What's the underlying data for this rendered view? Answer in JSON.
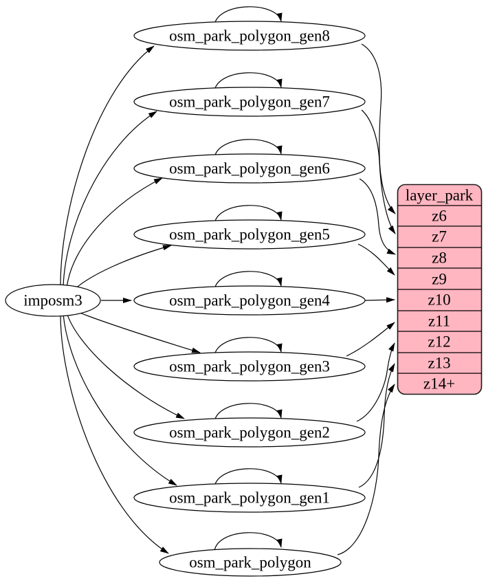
{
  "diagram": {
    "source_node": {
      "label": "imposm3"
    },
    "tables": [
      {
        "label": "osm_park_polygon_gen8"
      },
      {
        "label": "osm_park_polygon_gen7"
      },
      {
        "label": "osm_park_polygon_gen6"
      },
      {
        "label": "osm_park_polygon_gen5"
      },
      {
        "label": "osm_park_polygon_gen4"
      },
      {
        "label": "osm_park_polygon_gen3"
      },
      {
        "label": "osm_park_polygon_gen2"
      },
      {
        "label": "osm_park_polygon_gen1"
      },
      {
        "label": "osm_park_polygon"
      }
    ],
    "layer": {
      "title": "layer_park",
      "zoom_rows": [
        "z6",
        "z7",
        "z8",
        "z9",
        "z10",
        "z11",
        "z12",
        "z13",
        "z14+"
      ]
    },
    "edges": [
      {
        "from": "imposm3",
        "to": "osm_park_polygon_gen8"
      },
      {
        "from": "imposm3",
        "to": "osm_park_polygon_gen7"
      },
      {
        "from": "imposm3",
        "to": "osm_park_polygon_gen6"
      },
      {
        "from": "imposm3",
        "to": "osm_park_polygon_gen5"
      },
      {
        "from": "imposm3",
        "to": "osm_park_polygon_gen4"
      },
      {
        "from": "imposm3",
        "to": "osm_park_polygon_gen3"
      },
      {
        "from": "imposm3",
        "to": "osm_park_polygon_gen2"
      },
      {
        "from": "imposm3",
        "to": "osm_park_polygon_gen1"
      },
      {
        "from": "imposm3",
        "to": "osm_park_polygon"
      },
      {
        "from": "osm_park_polygon_gen8",
        "to": "osm_park_polygon_gen8"
      },
      {
        "from": "osm_park_polygon_gen7",
        "to": "osm_park_polygon_gen7"
      },
      {
        "from": "osm_park_polygon_gen6",
        "to": "osm_park_polygon_gen6"
      },
      {
        "from": "osm_park_polygon_gen5",
        "to": "osm_park_polygon_gen5"
      },
      {
        "from": "osm_park_polygon_gen4",
        "to": "osm_park_polygon_gen4"
      },
      {
        "from": "osm_park_polygon_gen3",
        "to": "osm_park_polygon_gen3"
      },
      {
        "from": "osm_park_polygon_gen2",
        "to": "osm_park_polygon_gen2"
      },
      {
        "from": "osm_park_polygon_gen1",
        "to": "osm_park_polygon_gen1"
      },
      {
        "from": "osm_park_polygon",
        "to": "osm_park_polygon"
      },
      {
        "from": "osm_park_polygon_gen8",
        "to": "layer_park:z6"
      },
      {
        "from": "osm_park_polygon_gen7",
        "to": "layer_park:z7"
      },
      {
        "from": "osm_park_polygon_gen6",
        "to": "layer_park:z8"
      },
      {
        "from": "osm_park_polygon_gen5",
        "to": "layer_park:z9"
      },
      {
        "from": "osm_park_polygon_gen4",
        "to": "layer_park:z10"
      },
      {
        "from": "osm_park_polygon_gen3",
        "to": "layer_park:z11"
      },
      {
        "from": "osm_park_polygon_gen2",
        "to": "layer_park:z12"
      },
      {
        "from": "osm_park_polygon_gen1",
        "to": "layer_park:z13"
      },
      {
        "from": "osm_park_polygon",
        "to": "layer_park:z14+"
      }
    ]
  },
  "colors": {
    "layer_fill": "#ffb6c1",
    "node_fill": "#ffffff",
    "stroke": "#000000"
  }
}
